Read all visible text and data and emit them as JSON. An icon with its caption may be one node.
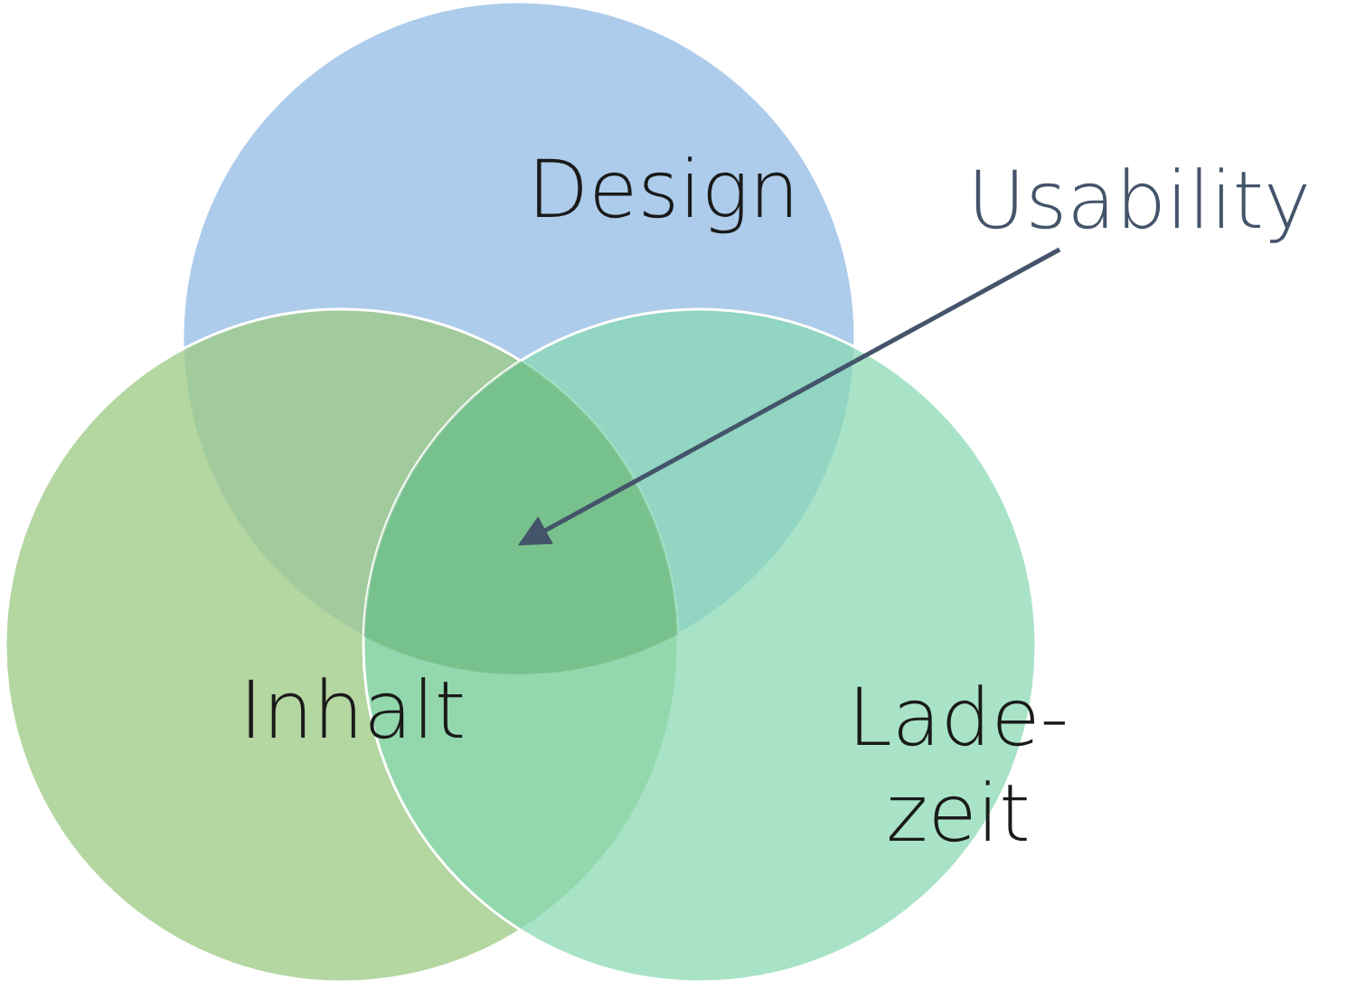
{
  "diagram": {
    "nodes": [
      {
        "text": [
          "Design"
        ]
      },
      {
        "text": [
          "Inhalt"
        ]
      },
      {
        "text": [
          "Lade- zeit"
        ]
      },
      {
        "text": [
          "Usability"
        ]
      },
      {
        "text": [],
        "shape": "region"
      }
    ],
    "edges": [
      {
        "from": 3,
        "to": 4,
        "arrow": "to"
      }
    ]
  }
}
